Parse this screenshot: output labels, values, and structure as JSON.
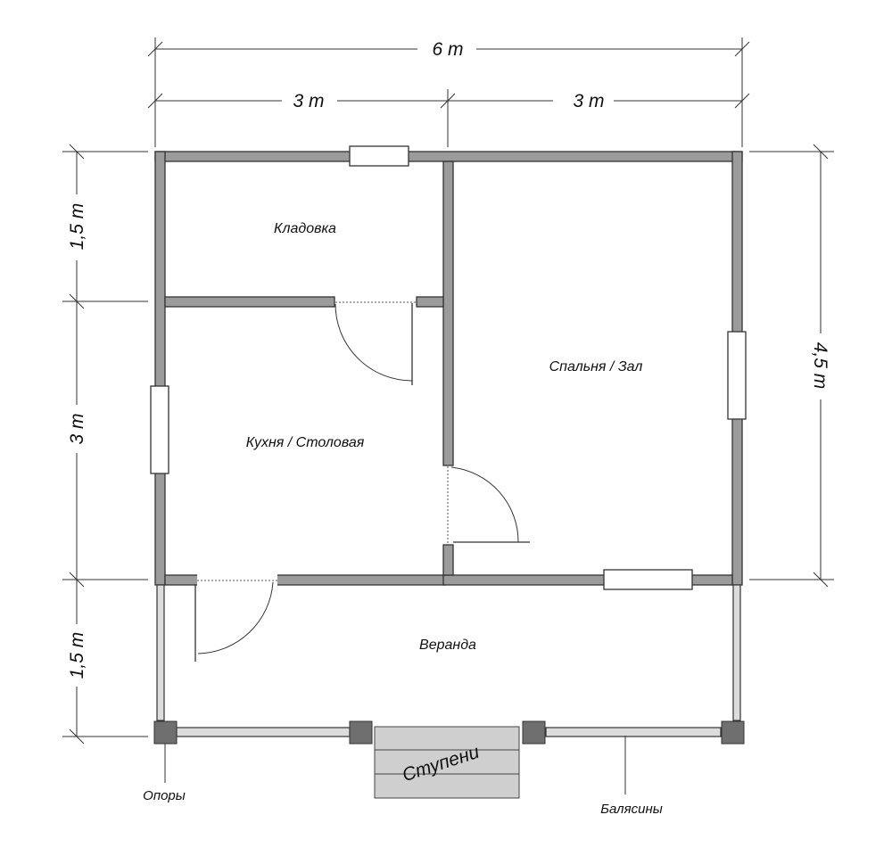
{
  "dimensions": {
    "total_width": "6 m",
    "left_half": "3 m",
    "right_half": "3 m",
    "left_top": "1,5 m",
    "left_middle": "3 m",
    "left_bottom": "1,5 m",
    "right_height": "4,5 m"
  },
  "rooms": {
    "storage": "Кладовка",
    "bedroom": "Спальня / Зал",
    "kitchen": "Кухня / Столовая",
    "veranda": "Веранда"
  },
  "labels": {
    "steps": "Ступени",
    "supports": "Опоры",
    "balusters": "Балясины"
  }
}
